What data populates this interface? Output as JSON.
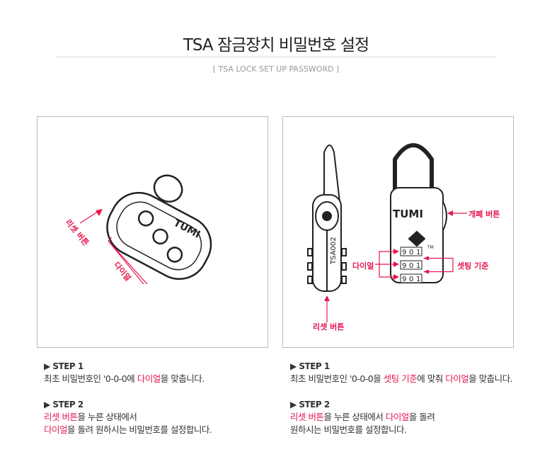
{
  "header": {
    "title": "TSA 잠금장치 비밀번호 설정",
    "subtitle": "[ TSA LOCK SET UP PASSWORD ]"
  },
  "left_figure": {
    "labels": {
      "reset": "리셋 버튼",
      "dial": "다이얼"
    },
    "brand": "TUMI"
  },
  "right_figure": {
    "labels": {
      "open": "개폐 버튼",
      "dial": "다이얼",
      "setting": "셋팅 기준",
      "reset": "리셋 버튼"
    },
    "model": "TSA002",
    "brand": "TUMI",
    "tm": "TM",
    "dial_digits": [
      "9",
      "0",
      "1"
    ]
  },
  "left_steps": {
    "step1": {
      "heading": "▶ STEP 1",
      "pre": "최초 비밀번호인 '0-0-0에 ",
      "hl": "다이얼",
      "post": "을 맞춥니다."
    },
    "step2": {
      "heading": "▶ STEP 2",
      "l1_hl": "리셋 버튼",
      "l1_post": "을 누른 상태에서",
      "l2_hl": "다이얼",
      "l2_post": "을 돌려 원하시는 비밀번호를  설정합니다."
    }
  },
  "right_steps": {
    "step1": {
      "heading": "▶ STEP 1",
      "pre": "최초 비밀번호인 '0-0-0을 ",
      "hl1": "셋팅 기준",
      "mid": "에 맞춰 ",
      "hl2": "다이얼",
      "post": "을 맞춥니다."
    },
    "step2": {
      "heading": "▶ STEP 2",
      "hl1": "리셋 버튼",
      "mid": "을 누른 상태에서 ",
      "hl2": "다이얼",
      "post": "을 돌려",
      "l2": "원하시는 비밀번호를 설정합니다."
    }
  },
  "colors": {
    "accent": "#e6174f"
  }
}
